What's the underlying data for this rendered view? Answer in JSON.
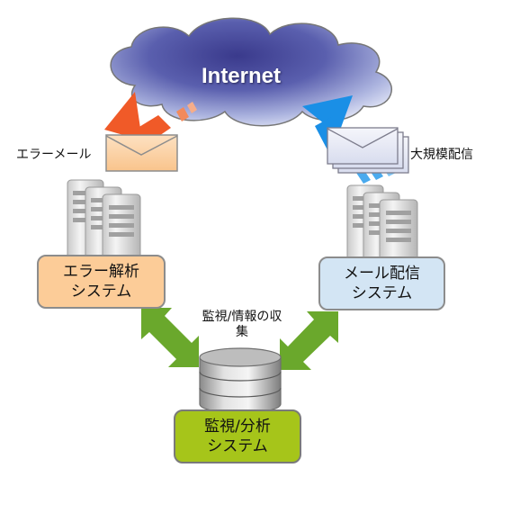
{
  "cloud": {
    "label": "Internet",
    "color": "#4e4f9e"
  },
  "labels": {
    "error_mail": "エラーメール",
    "mass_delivery": "大規模配信",
    "collect_line1": "監視/情報の収",
    "collect_line2": "集"
  },
  "boxes": {
    "error_analysis": {
      "line1": "エラー解析",
      "line2": "システム",
      "color": "#fccc98"
    },
    "mail_delivery": {
      "line1": "メール配信",
      "line2": "システム",
      "color": "#d3e5f4"
    },
    "monitoring": {
      "line1": "監視/分析",
      "line2": "システム",
      "color": "#a6c51a"
    }
  },
  "colors": {
    "error_arrow": "#f05a28",
    "delivery_arrow": "#1a8fe6",
    "sync_arrow": "#6aa82c"
  }
}
